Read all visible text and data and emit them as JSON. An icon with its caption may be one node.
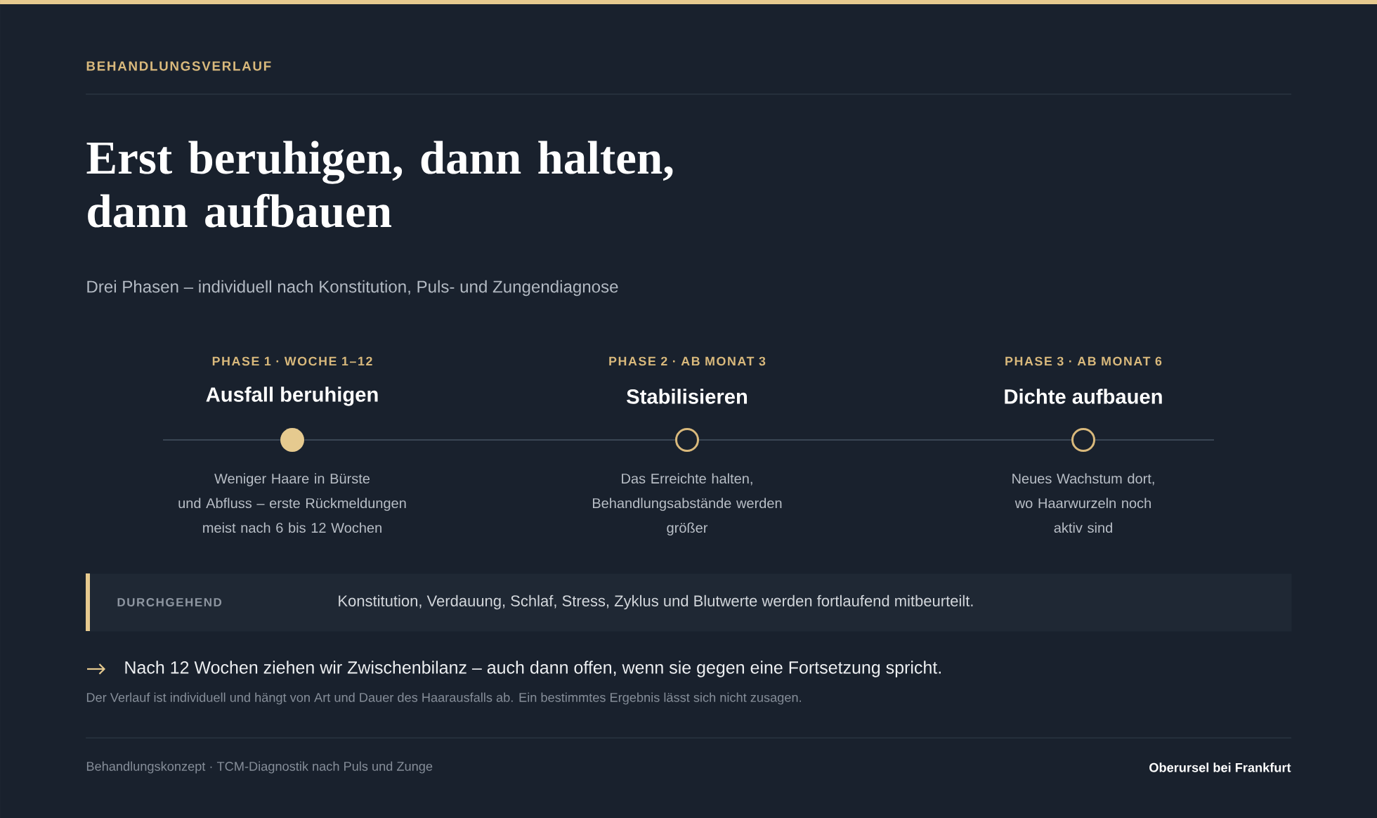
{
  "diagram": {
    "title": "Erst beruhigen, dann halten, dann aufbauen",
    "nodes": [
      {
        "text": [],
        "shape": "dot",
        "beside": [
          "PHASE 1 · WOCHE 1–12",
          "Ausfall beruhigen",
          "Weniger Haare in Bürste und Abfluss – erste Rückmeldungen meist nach 6 bis 12 Wochen"
        ]
      },
      {
        "text": [],
        "shape": "circle",
        "beside": [
          "PHASE 2 · AB MONAT 3",
          "Stabilisieren",
          "Das Erreichte halten, Behandlungsabstände werden größer"
        ]
      },
      {
        "text": [],
        "shape": "circle",
        "beside": [
          "PHASE 3 · AB MONAT 6",
          "Dichte aufbauen",
          "Neues Wachstum dort, wo Haarwurzeln noch aktiv sind"
        ]
      },
      {
        "text": [
          "DURCHGEHEND",
          "Konstitution, Verdauung, Schlaf, Stress, Zyklus und Blutwerte werden fortlaufend mitbeurteilt."
        ]
      }
    ],
    "edges": [
      {
        "from": null,
        "to": 0,
        "arrow": "none"
      },
      {
        "from": 0,
        "to": 1,
        "arrow": "none"
      },
      {
        "from": 1,
        "to": 2,
        "arrow": "none"
      },
      {
        "from": 2,
        "to": null,
        "arrow": "none"
      }
    ],
    "labels": [
      "BEHANDLUNGSVERLAUF",
      "Drei Phasen – individuell nach Konstitution, Puls- und Zungendiagnose",
      "Nach 12 Wochen ziehen wir Zwischenbilanz – auch dann offen, wenn sie gegen eine Fortsetzung spricht.",
      "Der Verlauf ist individuell und hängt von Art und Dauer des Haarausfalls ab. Ein bestimmtes Ergebnis lässt sich nicht zusagen.",
      "Behandlungskonzept · TCM-Diagnostik nach Puls und Zunge",
      "Oberursel bei Frankfurt"
    ]
  }
}
